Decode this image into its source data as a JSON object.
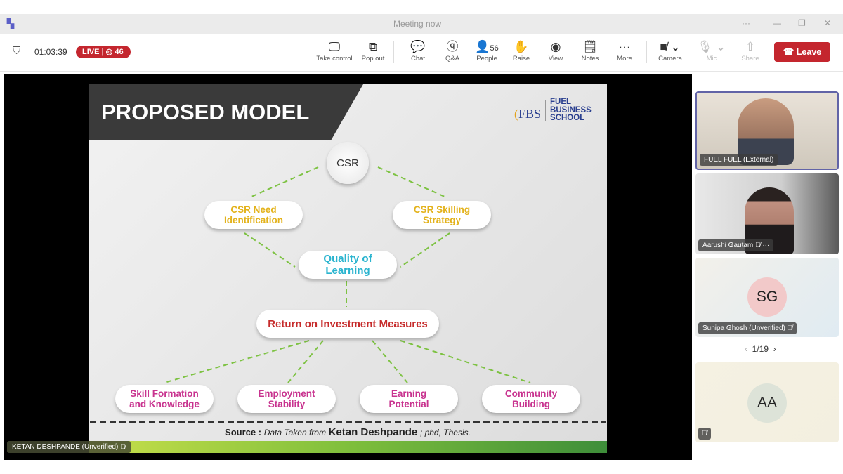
{
  "window": {
    "title": "Meeting now",
    "more": "···",
    "minimize": "—",
    "restore": "❐",
    "close": "✕"
  },
  "toolbar": {
    "timer": "01:03:39",
    "live_label": "LIVE",
    "viewers": "46",
    "take_control": "Take control",
    "pop_out": "Pop out",
    "chat": "Chat",
    "qa": "Q&A",
    "people": "People",
    "people_count": "56",
    "raise": "Raise",
    "view": "View",
    "notes": "Notes",
    "more": "More",
    "camera": "Camera",
    "mic": "Mic",
    "share": "Share",
    "leave": "Leave"
  },
  "slide": {
    "title": "PROPOSED MODEL",
    "logo": {
      "abbr": "FBS",
      "line1": "FUEL",
      "line2": "BUSINESS",
      "line3": "SCHOOL"
    },
    "root": "CSR",
    "level2": [
      "CSR Need Identification",
      "CSR Skilling Strategy"
    ],
    "center": "Quality of Learning",
    "roi": "Return on Investment Measures",
    "outcomes": [
      "Skill Formation and Knowledge",
      "Employment Stability",
      "Earning Potential",
      "Community Building"
    ],
    "source_label": "Source :",
    "source_pre": "Data Taken from",
    "source_author": "Ketan Deshpande",
    "source_post": "; phd, Thesis."
  },
  "presenter": {
    "name": "KETAN DESHPANDE (Unverified)"
  },
  "participants": [
    {
      "name": "FUEL FUEL (External)"
    },
    {
      "name": "Aarushi Gautam"
    },
    {
      "name": "Sunipa Ghosh (Unverified)",
      "initials": "SG"
    },
    {
      "initials": "AA"
    }
  ],
  "pager": {
    "label": "1/19"
  },
  "colors": {
    "accent": "#c4262e",
    "tile_border": "#6264a7"
  }
}
